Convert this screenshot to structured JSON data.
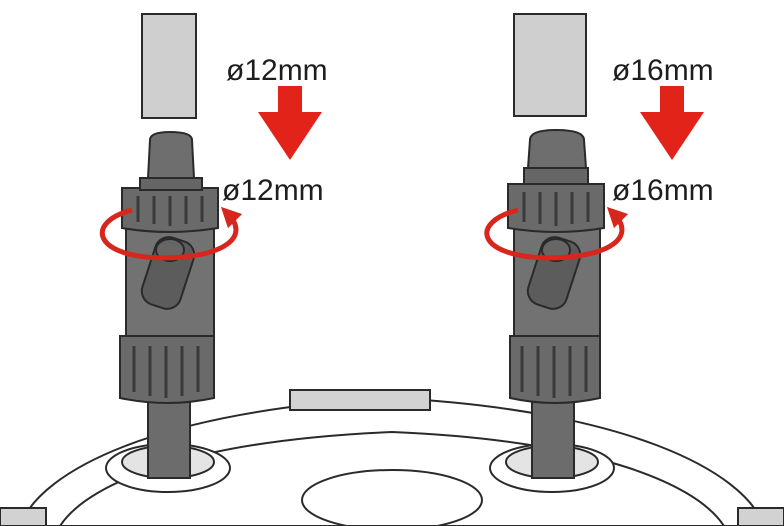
{
  "labels": {
    "left_tube": "ø12mm",
    "left_valve": "ø12mm",
    "right_tube": "ø16mm",
    "right_valve": "ø16mm"
  },
  "colors": {
    "arrow": "#e2231a",
    "rotation_arrow": "#d9261c",
    "valve_body": "#6c6c6c",
    "valve_dark": "#555555",
    "tube": "#cfcfcf",
    "outline": "#2a2a2a",
    "canister_lid": "#ffffff"
  },
  "icons": {
    "left_down_arrow": "arrow-down-icon",
    "right_down_arrow": "arrow-down-icon",
    "left_rotate": "rotate-arrow-icon",
    "right_rotate": "rotate-arrow-icon"
  }
}
